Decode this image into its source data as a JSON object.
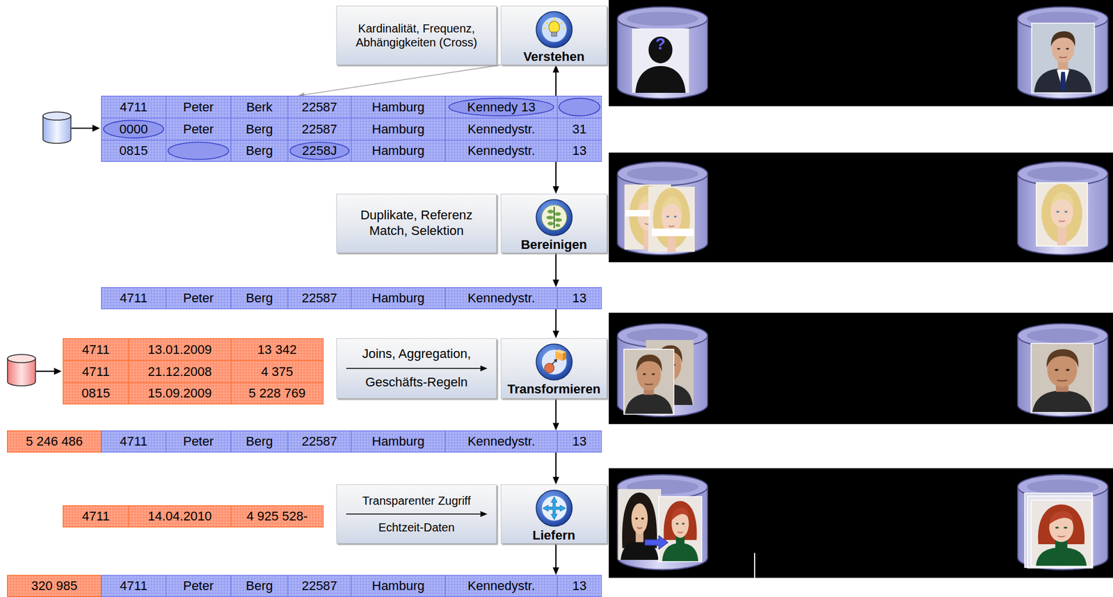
{
  "diagram": {
    "nodes": [
      {
        "text": [
          "Kardinalität, Frequenz, Abhängigkeiten (Cross)"
        ]
      },
      {
        "text": [
          "Verstehen"
        ]
      },
      {
        "text": [
          "4711",
          "Peter",
          "Berk",
          "22587",
          "Hamburg",
          "Kennedy 13",
          "0000",
          "Peter",
          "Berg",
          "22587",
          "Hamburg",
          "Kennedystr.",
          "31",
          "0815",
          "Berg",
          "2258J",
          "Hamburg",
          "Kennedystr.",
          "13"
        ]
      },
      {
        "text": [
          "Duplikate, Referenz Match, Selektion"
        ]
      },
      {
        "text": [
          "Bereinigen"
        ]
      },
      {
        "text": [
          "4711",
          "Peter",
          "Berg",
          "22587",
          "Hamburg",
          "Kennedystr.",
          "13"
        ]
      },
      {
        "text": [
          "4711",
          "13.01.2009",
          "13 342",
          "4711",
          "21.12.2008",
          "4 375",
          "0815",
          "15.09.2009",
          "5 228 769"
        ]
      },
      {
        "text": [
          "Joins, Aggregation,",
          "Geschäfts-Regeln"
        ]
      },
      {
        "text": [
          "Transformieren"
        ]
      },
      {
        "text": [
          "5 246 486",
          "4711",
          "Peter",
          "Berg",
          "22587",
          "Hamburg",
          "Kennedystr.",
          "13"
        ]
      },
      {
        "text": [
          "4711",
          "14.04.2010",
          "4 925 528-"
        ]
      },
      {
        "text": [
          "Transparenter Zugriff",
          "Echtzeit-Daten"
        ]
      },
      {
        "text": [
          "Liefern"
        ]
      },
      {
        "text": [
          "320 985",
          "4711",
          "Peter",
          "Berg",
          "22587",
          "Hamburg",
          "Kennedystr.",
          "13"
        ]
      }
    ],
    "edges": [
      {
        "from": 1,
        "to": 2,
        "arrow": "to"
      },
      {
        "from": 2,
        "to": 1,
        "arrow": "to"
      },
      {
        "from": 2,
        "to": 4,
        "arrow": "to"
      },
      {
        "from": 4,
        "to": 5,
        "arrow": "to"
      },
      {
        "from": 5,
        "to": 8,
        "arrow": "to"
      },
      {
        "from": 8,
        "to": 9,
        "arrow": "to"
      },
      {
        "from": 9,
        "to": 12,
        "arrow": "to"
      },
      {
        "from": 12,
        "to": 13,
        "arrow": "to"
      }
    ],
    "labels": [
      "?"
    ]
  }
}
